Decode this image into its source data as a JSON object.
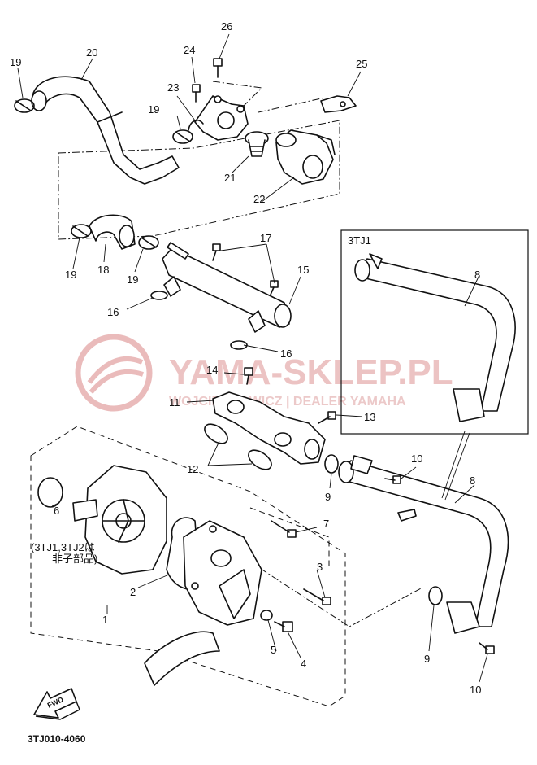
{
  "callouts": {
    "c1": "1",
    "c2": "2",
    "c3": "3",
    "c4": "4",
    "c5": "5",
    "c6": "6",
    "c7": "7",
    "c8a": "8",
    "c8b": "8",
    "c9a": "9",
    "c9b": "9",
    "c10a": "10",
    "c10b": "10",
    "c11": "11",
    "c12": "12",
    "c13": "13",
    "c14": "14",
    "c15": "15",
    "c16a": "16",
    "c16b": "16",
    "c17": "17",
    "c18": "18",
    "c19a": "19",
    "c19b": "19",
    "c19c": "19",
    "c19d": "19",
    "c20": "20",
    "c21": "21",
    "c22": "22",
    "c23": "23",
    "c24": "24",
    "c25": "25",
    "c26": "26"
  },
  "notes": {
    "variant_box": "3TJ1",
    "not_part_line1": "(3TJ1,3TJ2は",
    "not_part_line2": "非子部品)",
    "diagram_code": "3TJ010-4060",
    "fwd": "FWD"
  },
  "watermark": {
    "line1": "YAMA-SKLEP.PL",
    "line2": "WOJCIECHOWICZ | DEALER YAMAHA"
  },
  "colors": {
    "ink": "#111111",
    "watermark": "#e8b4b4"
  }
}
